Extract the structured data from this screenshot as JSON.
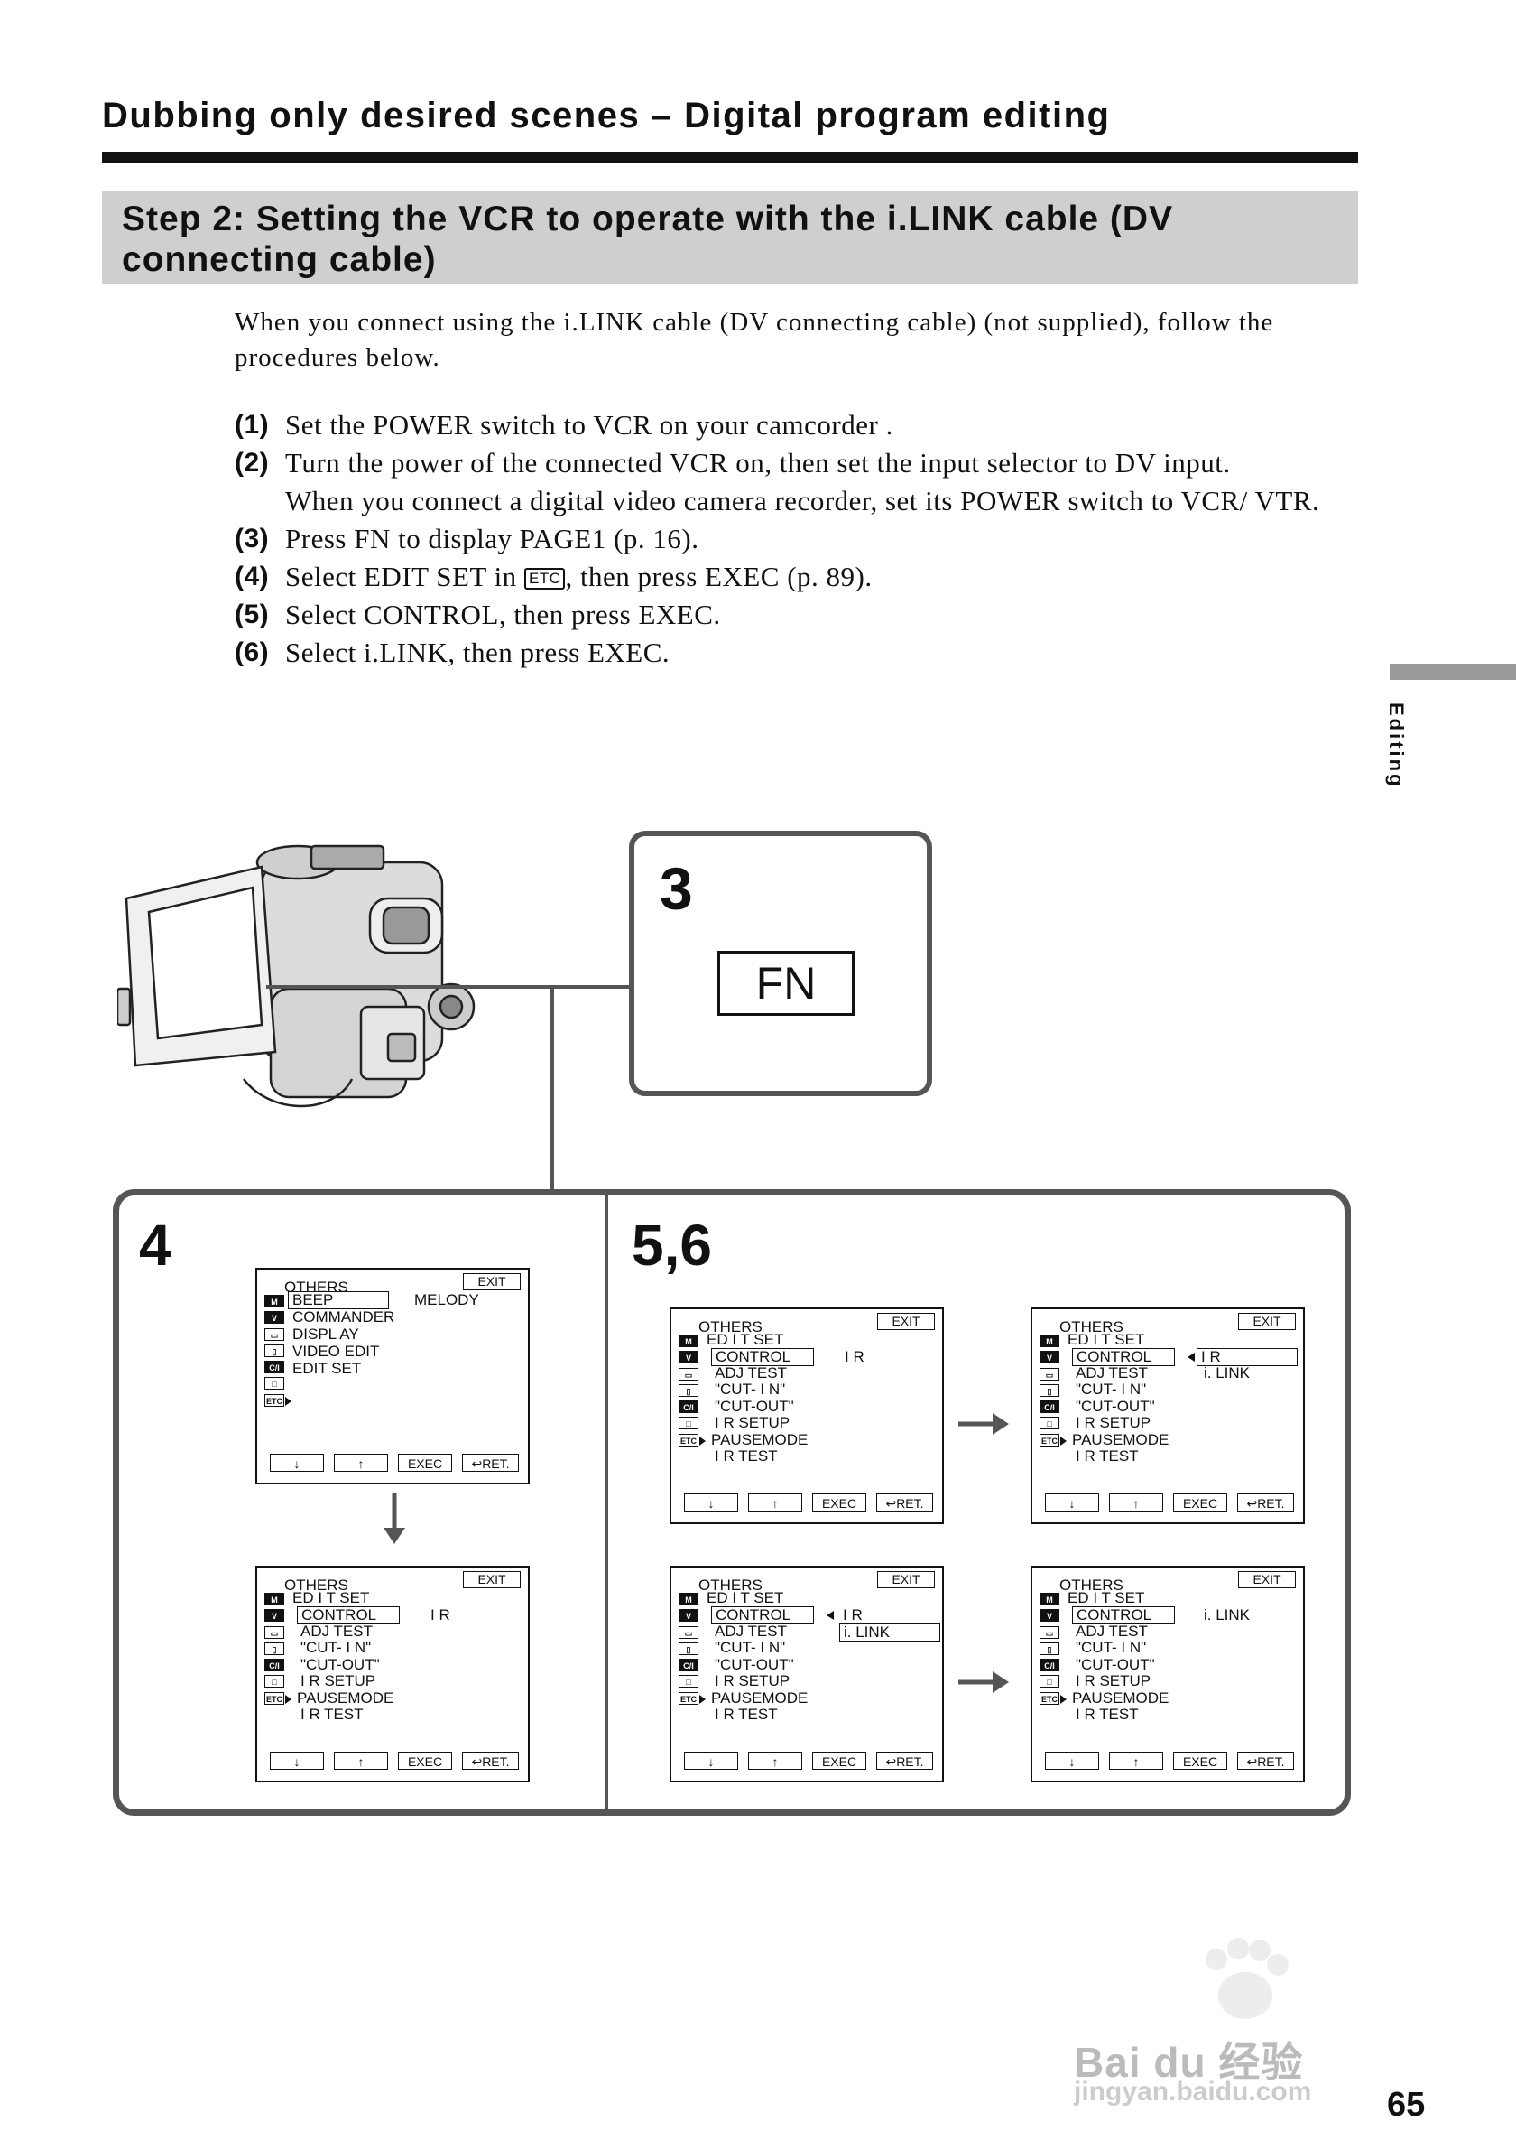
{
  "header": {
    "section_title": "Dubbing only desired scenes – Digital program editing",
    "step_title": "Step 2: Setting the VCR to operate with the i.LINK cable (DV connecting cable)"
  },
  "intro": "When you connect using the i.LINK cable (DV connecting cable) (not supplied), follow the procedures below.",
  "steps": [
    {
      "num": "(1)",
      "text": "Set the POWER switch to VCR on your camcorder ."
    },
    {
      "num": "(2)",
      "text": "Turn the power of the connected VCR on, then set the input selector to DV input."
    },
    {
      "num": "",
      "text": "When you connect a digital video camera recorder, set its POWER switch to VCR/ VTR."
    },
    {
      "num": "(3)",
      "text": "Press FN to display PAGE1 (p. 16)."
    },
    {
      "num": "(4)",
      "text_before": "Select EDIT SET in ",
      "icon": "ETC",
      "text_after": ", then press EXEC (p. 89)."
    },
    {
      "num": "(5)",
      "text": "Select CONTROL, then press EXEC."
    },
    {
      "num": "(6)",
      "text": "Select i.LINK, then press EXEC."
    }
  ],
  "side_tab": "Editing",
  "callout_3": {
    "num": "3",
    "key": "FN"
  },
  "panel": {
    "left_num": "4",
    "right_num": "5,6"
  },
  "screens": {
    "common": {
      "header": "OTHERS",
      "exit": "EXIT",
      "btn_down": "↓",
      "btn_up": "↑",
      "btn_exec": "EXEC",
      "btn_ret": "RET."
    },
    "s1": {
      "l1": "BEEP",
      "l1v": "MELODY",
      "l2": "COMMANDER",
      "l3": "DISPL AY",
      "l4": "VIDEO  EDIT",
      "l5": "EDIT  SET"
    },
    "s2": {
      "title": "ED I T  SET",
      "a": "CONTROL",
      "av": "I R",
      "b": "ADJ  TEST",
      "c": "\"CUT- I N\"",
      "d": "\"CUT-OUT\"",
      "e": "I R  SETUP",
      "f": "PAUSEMODE",
      "g": "I R  TEST"
    },
    "s3": {
      "title": "ED I T  SET",
      "a": "CONTROL",
      "av": "I R",
      "b": "ADJ  TEST",
      "c": "\"CUT- I N\"",
      "d": "\"CUT-OUT\"",
      "e": "I R  SETUP",
      "f": "PAUSEMODE",
      "g": "I R  TEST"
    },
    "s4": {
      "title": "ED I T  SET",
      "a": "CONTROL",
      "av": "I R",
      "av2": "i. LINK",
      "b": "ADJ  TEST",
      "c": "\"CUT- I N\"",
      "d": "\"CUT-OUT\"",
      "e": "I R  SETUP",
      "f": "PAUSEMODE",
      "g": "I R  TEST"
    },
    "s5": {
      "title": "ED I T  SET",
      "a": "CONTROL",
      "av": "I R",
      "av2": "i. LINK",
      "b": "ADJ  TEST",
      "c": "\"CUT- I N\"",
      "d": "\"CUT-OUT\"",
      "e": "I R  SETUP",
      "f": "PAUSEMODE",
      "g": "I R  TEST"
    },
    "s6": {
      "title": "ED I T  SET",
      "a": "CONTROL",
      "av": "i. LINK",
      "b": "ADJ  TEST",
      "c": "\"CUT- I N\"",
      "d": "\"CUT-OUT\"",
      "e": "I R  SETUP",
      "f": "PAUSEMODE",
      "g": "I R  TEST"
    }
  },
  "icons": {
    "menu_icons": [
      "M",
      "V",
      "tape-icon",
      "memory-icon",
      "C/I",
      "lcd-icon",
      "ETC"
    ]
  },
  "watermark": {
    "text": "Bai du 经验",
    "sub": "jingyan.baidu.com"
  },
  "page_number": "65"
}
